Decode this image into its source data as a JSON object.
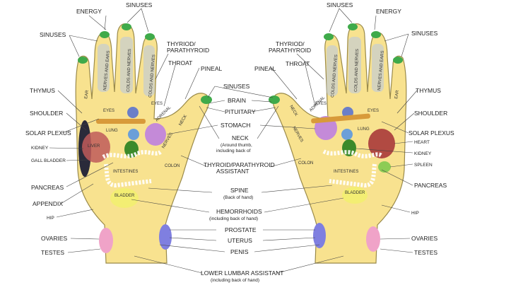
{
  "colors": {
    "skin": "#f8e28f",
    "outline": "#9a8a4a",
    "fingertip": "#3faa4a",
    "sinus_band": "#b7c7e6",
    "liver": "#c05a5a",
    "heart": "#a83a3a",
    "stomach": "#c48ad8",
    "kidney": "#3c8a2a",
    "spleen": "#8dcc55",
    "pancreas": "#d89a3a",
    "bladder": "#f3ee73",
    "uterus": "#7f7fe0",
    "ovaries": "#f0a3c8",
    "dark": "#2a2a3a"
  },
  "labels": {
    "energy_l": "ENERGY",
    "sinuses_tl": "SINUSES",
    "sinuses_l": "SINUSES",
    "thyroid_l": "THYRIOD/\nPARATHYROID",
    "throat_l": "THROAT",
    "pineal_l": "PINEAL",
    "thymus_l": "THYMUS",
    "shoulder_l": "SHOULDER",
    "solar_plexus_l": "SOLAR PLEXUS",
    "kidney_l": "KIDNEY",
    "gall_bladder_l": "GALL BLADDER",
    "pancreas_l": "PANCREAS",
    "appendix_l": "APPENDIX",
    "hip_l": "HIP",
    "ovaries_l": "OVARIES",
    "testes_l": "TESTES",
    "sinuses_c": "SINUSES",
    "brain_c": "BRAIN",
    "pituitary_c": "PITUITARY",
    "stomach_c": "STOMACH",
    "neck_c": "NECK",
    "neck_sub": "(Around thumb,\nincluding back of",
    "thyroid_assistant_c": "THYROID/PARATHYROID\nASSISTANT",
    "spine_c": "SPINE",
    "spine_sub": "(Back of hand)",
    "hemorrhoids_c": "HEMORRHOIDS",
    "hemorrhoids_sub": "(including back of  hand)",
    "prostate_c": "PROSTATE",
    "uterus_c": "UTERUS",
    "penis_c": "PENIS",
    "lower_lumbar_c": "LOWER LUMBAR ASSISTANT",
    "lower_lumbar_sub": "(including back of  hand)",
    "sinuses_tr": "SINUSES",
    "energy_r": "ENERGY",
    "sinuses_r": "SINUSES",
    "thyroid_r": "THYRIOD/\nPARATHYROID",
    "pineal_r": "PINEAL",
    "throat_r": "THROAT",
    "thymus_r": "THYMUS",
    "shoulder_r": "SHOULDER",
    "solar_plexus_r": "SOLAR PLEXUS",
    "heart_r": "HEART",
    "kidney_r": "KIDNEY",
    "spleen_r": "SPLEEN",
    "pancreas_r": "PANCREAS",
    "hip_r": "HIP",
    "ovaries_r": "OVARIES",
    "testes_r": "TESTES"
  },
  "hand_text": {
    "ear": "EAR",
    "nerves_ears": "NERVES AND EARS",
    "colds_nerves": "COLDS AND NERVES",
    "eyes": "EYES",
    "adrenal": "ADRENAL",
    "liver": "LIVER",
    "lung": "LUNG",
    "intestines": "INTESTINES",
    "colon": "COLON",
    "bladder": "BLADDER",
    "neck_thumb": "NECK",
    "nerves_thumb": "NERVES"
  }
}
